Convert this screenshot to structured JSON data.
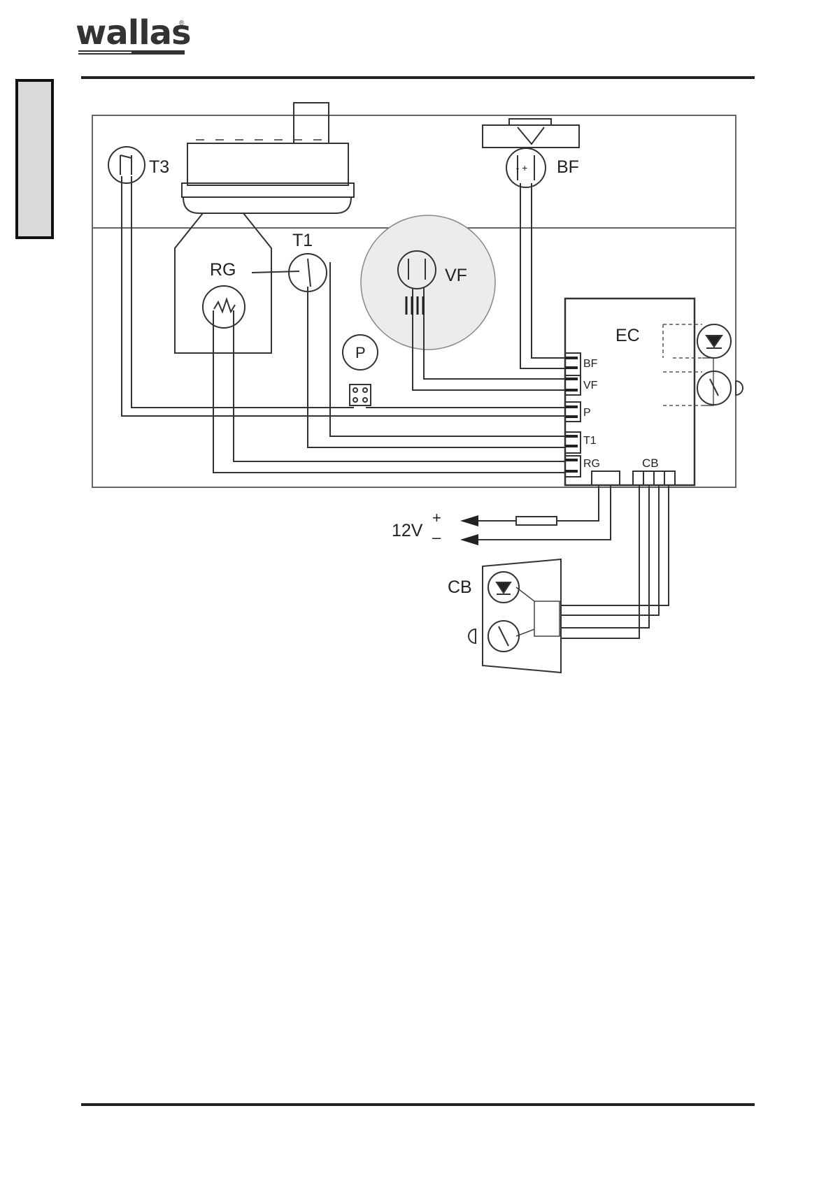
{
  "header": {
    "brand": "wallas"
  },
  "labels": {
    "t3": "T3",
    "bf": "BF",
    "t1": "T1",
    "rg": "RG",
    "vf": "VF",
    "p": "P",
    "ec": "EC",
    "cb_port": "CB",
    "cb_box": "CB",
    "supply": "12V",
    "plus": "+",
    "minus": "–"
  },
  "terminals": [
    "BF",
    "VF",
    "P",
    "T1",
    "RG"
  ]
}
